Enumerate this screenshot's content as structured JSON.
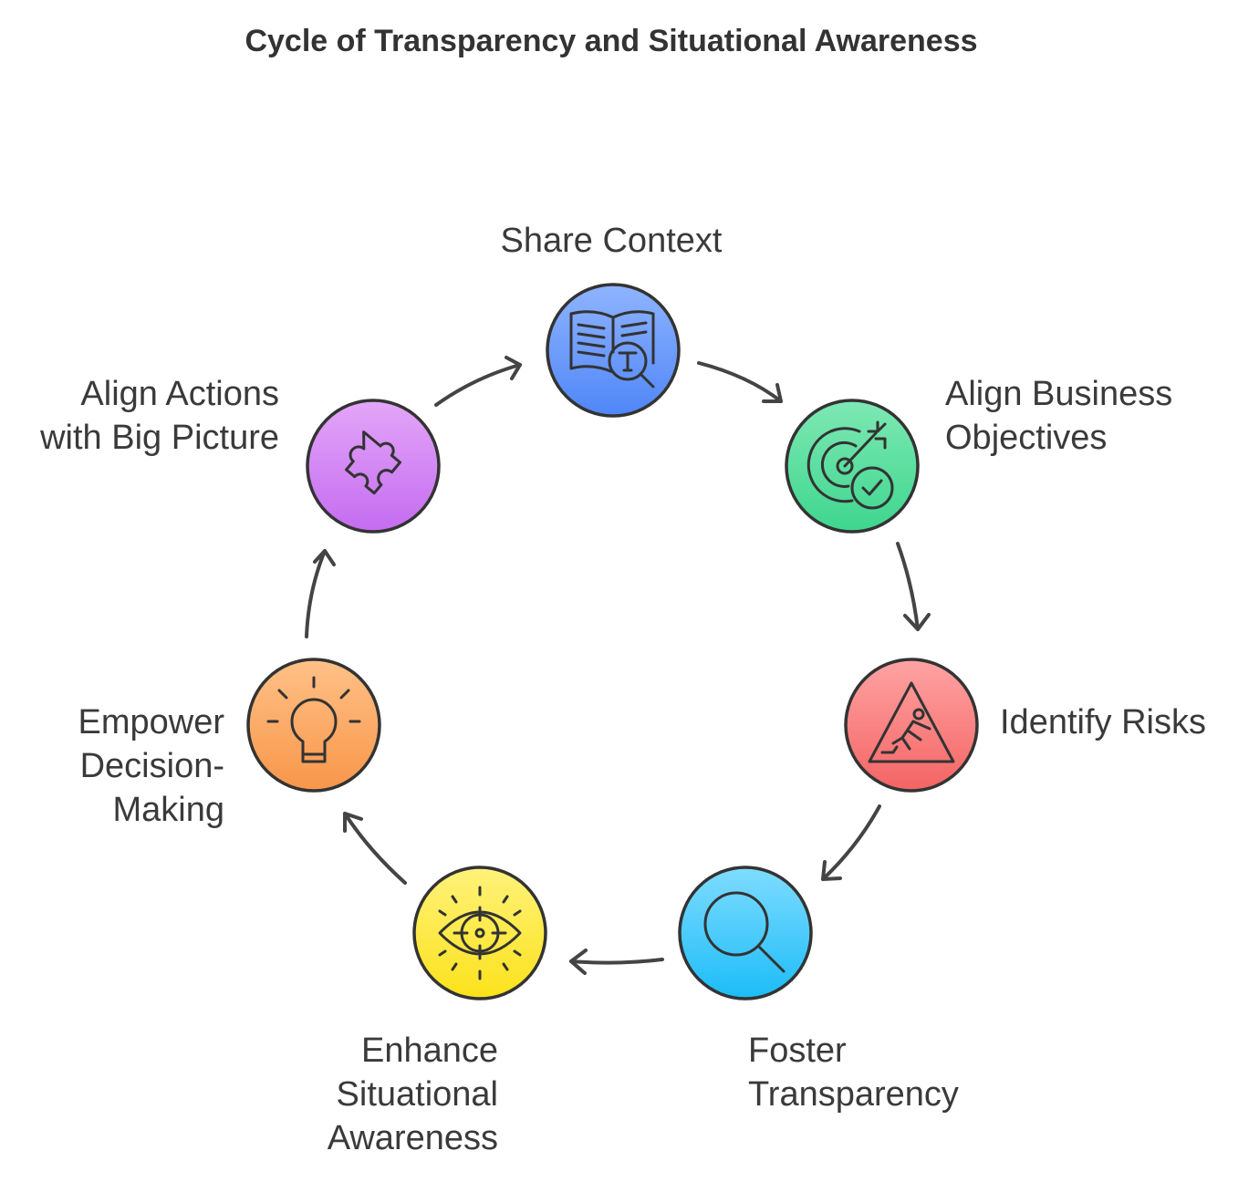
{
  "title": "Cycle of Transparency and Situational Awareness",
  "colors": {
    "stroke": "#333333",
    "arrow": "#444444"
  },
  "steps": [
    {
      "label": "Share Context",
      "icon": "book-search-icon",
      "top": "#8fb4ff",
      "bottom": "#4f86f7"
    },
    {
      "label": "Align Business\nObjectives",
      "icon": "target-check-icon",
      "top": "#7ee8b4",
      "bottom": "#3ed68e"
    },
    {
      "label": "Identify Risks",
      "icon": "warning-fall-icon",
      "top": "#ffa3a3",
      "bottom": "#f46464"
    },
    {
      "label": "Foster\nTransparency",
      "icon": "magnifier-icon",
      "top": "#7fdcff",
      "bottom": "#1cbcf7"
    },
    {
      "label": "Enhance\nSituational\nAwareness",
      "icon": "eye-target-icon",
      "top": "#fff27a",
      "bottom": "#fbe21a"
    },
    {
      "label": "Empower\nDecision-\nMaking",
      "icon": "lightbulb-icon",
      "top": "#ffc187",
      "bottom": "#f8964a"
    },
    {
      "label": "Align Actions\nwith Big Picture",
      "icon": "puzzle-icon",
      "top": "#e3a6f8",
      "bottom": "#c46cf0"
    }
  ]
}
